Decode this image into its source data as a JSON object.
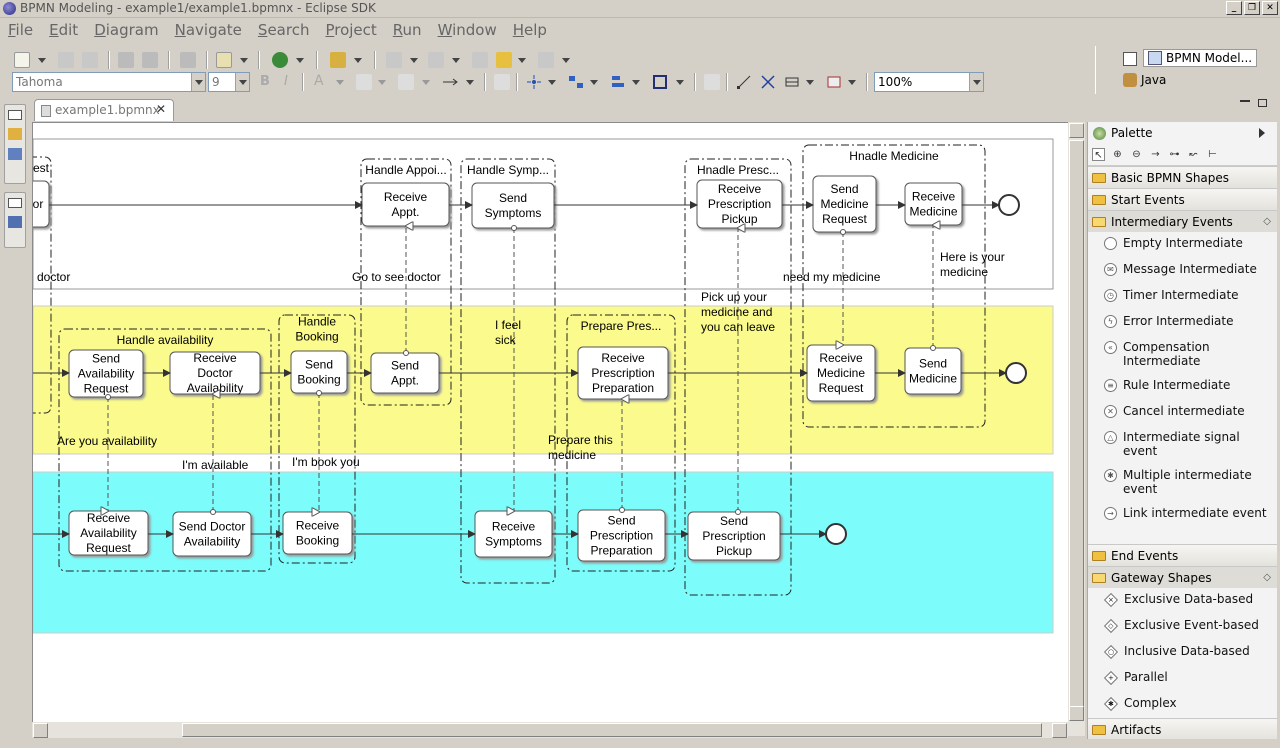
{
  "window": {
    "title": "BPMN Modeling - example1/example1.bpmnx - Eclipse SDK"
  },
  "menu": [
    {
      "label": "File",
      "name": "menu-file"
    },
    {
      "label": "Edit",
      "name": "menu-edit"
    },
    {
      "label": "Diagram",
      "name": "menu-diagram"
    },
    {
      "label": "Navigate",
      "name": "menu-navigate"
    },
    {
      "label": "Search",
      "name": "menu-search"
    },
    {
      "label": "Project",
      "name": "menu-project"
    },
    {
      "label": "Run",
      "name": "menu-run"
    },
    {
      "label": "Window",
      "name": "menu-window"
    },
    {
      "label": "Help",
      "name": "menu-help"
    }
  ],
  "toolbar": {
    "font_name": "Tahoma",
    "font_size": "9",
    "bold": "B",
    "italic": "I",
    "font_color_glyph": "A",
    "zoom": "100%"
  },
  "perspectives": {
    "bpmn": "BPMN Model...",
    "java": "Java"
  },
  "editor": {
    "tab_label": "example1.bpmnx"
  },
  "palette": {
    "title": "Palette",
    "drawers": {
      "basic": "Basic BPMN Shapes",
      "start": "Start Events",
      "intermediary": "Intermediary Events",
      "end": "End Events",
      "gateway": "Gateway Shapes",
      "artifacts": "Artifacts"
    },
    "intermediary_items": [
      {
        "label": "Empty Intermediate",
        "glyph": ""
      },
      {
        "label": "Message Intermediate",
        "glyph": "✉"
      },
      {
        "label": "Timer Intermediate",
        "glyph": "◷"
      },
      {
        "label": "Error Intermediate",
        "glyph": "ϟ"
      },
      {
        "label": "Compensation Intermediate",
        "glyph": "«"
      },
      {
        "label": "Rule Intermediate",
        "glyph": "≡"
      },
      {
        "label": "Cancel intermediate",
        "glyph": "✕"
      },
      {
        "label": "Intermediate signal event",
        "glyph": "△"
      },
      {
        "label": "Multiple intermediate event",
        "glyph": "✱"
      },
      {
        "label": "Link intermediate event",
        "glyph": "→"
      }
    ],
    "gateway_items": [
      {
        "label": "Exclusive Data-based",
        "glyph": "×"
      },
      {
        "label": "Exclusive Event-based",
        "glyph": "◇"
      },
      {
        "label": "Inclusive Data-based",
        "glyph": "○"
      },
      {
        "label": "Parallel",
        "glyph": "+"
      },
      {
        "label": "Complex",
        "glyph": "✱"
      }
    ]
  },
  "diagram": {
    "subprocesses": [
      {
        "label": "est"
      },
      {
        "label": "Handle Appoi..."
      },
      {
        "label": "Handle Symp..."
      },
      {
        "label": "Hnadle Presc..."
      },
      {
        "label": "Hnadle Medicine"
      },
      {
        "label": "Handle availability"
      },
      {
        "label": "Handle Booking"
      },
      {
        "label": "Prepare Pres..."
      }
    ],
    "tasks": [
      {
        "id": "t_or",
        "label": "or"
      },
      {
        "id": "t_recv_appt",
        "label": "Receive  Appt."
      },
      {
        "id": "t_send_symptoms",
        "label": "Send Symptoms"
      },
      {
        "id": "t_recv_presc_pickup",
        "label": "Receive Prescription Pickup"
      },
      {
        "id": "t_send_med_req",
        "label": "Send Medicine Request"
      },
      {
        "id": "t_recv_medicine",
        "label": "Receive Medicine"
      },
      {
        "id": "t_send_avail_req",
        "label": "Send Availability Request"
      },
      {
        "id": "t_recv_doc_avail",
        "label": "Receive Doctor Availability"
      },
      {
        "id": "t_send_booking",
        "label": "Send Booking"
      },
      {
        "id": "t_send_appt",
        "label": "Send Appt."
      },
      {
        "id": "t_recv_presc_prep",
        "label": "Receive Prescription Preparation"
      },
      {
        "id": "t_recv_med_req",
        "label": "Receive Medicine Request"
      },
      {
        "id": "t_send_medicine",
        "label": "Send Medicine"
      },
      {
        "id": "t_recv_avail_req",
        "label": "Receive Availability Request"
      },
      {
        "id": "t_send_doc_avail",
        "label": "Send Doctor Availability"
      },
      {
        "id": "t_recv_booking",
        "label": "Receive Booking"
      },
      {
        "id": "t_recv_symptoms",
        "label": "Receive Symptoms"
      },
      {
        "id": "t_send_presc_prep",
        "label": "Send Prescription Preparation"
      },
      {
        "id": "t_send_presc_pickup",
        "label": "Send Prescription Pickup"
      }
    ],
    "messages": [
      {
        "label": "doctor"
      },
      {
        "label": "Go to see doctor"
      },
      {
        "label": "need my medicine"
      },
      {
        "label": "Here is your medicine"
      },
      {
        "label": "Pick up your medicine and you can leave"
      },
      {
        "label": "I feel sick"
      },
      {
        "label": "Are you availability"
      },
      {
        "label": "Prepare this medicine"
      },
      {
        "label": "I'm available"
      },
      {
        "label": "I'm book you"
      }
    ],
    "colors": {
      "lane_top": "#ffffff",
      "lane_mid": "#fbfa8c",
      "lane_bottom": "#7cfcfa",
      "task_fill": "#ffffff",
      "task_stroke": "#555555"
    }
  }
}
